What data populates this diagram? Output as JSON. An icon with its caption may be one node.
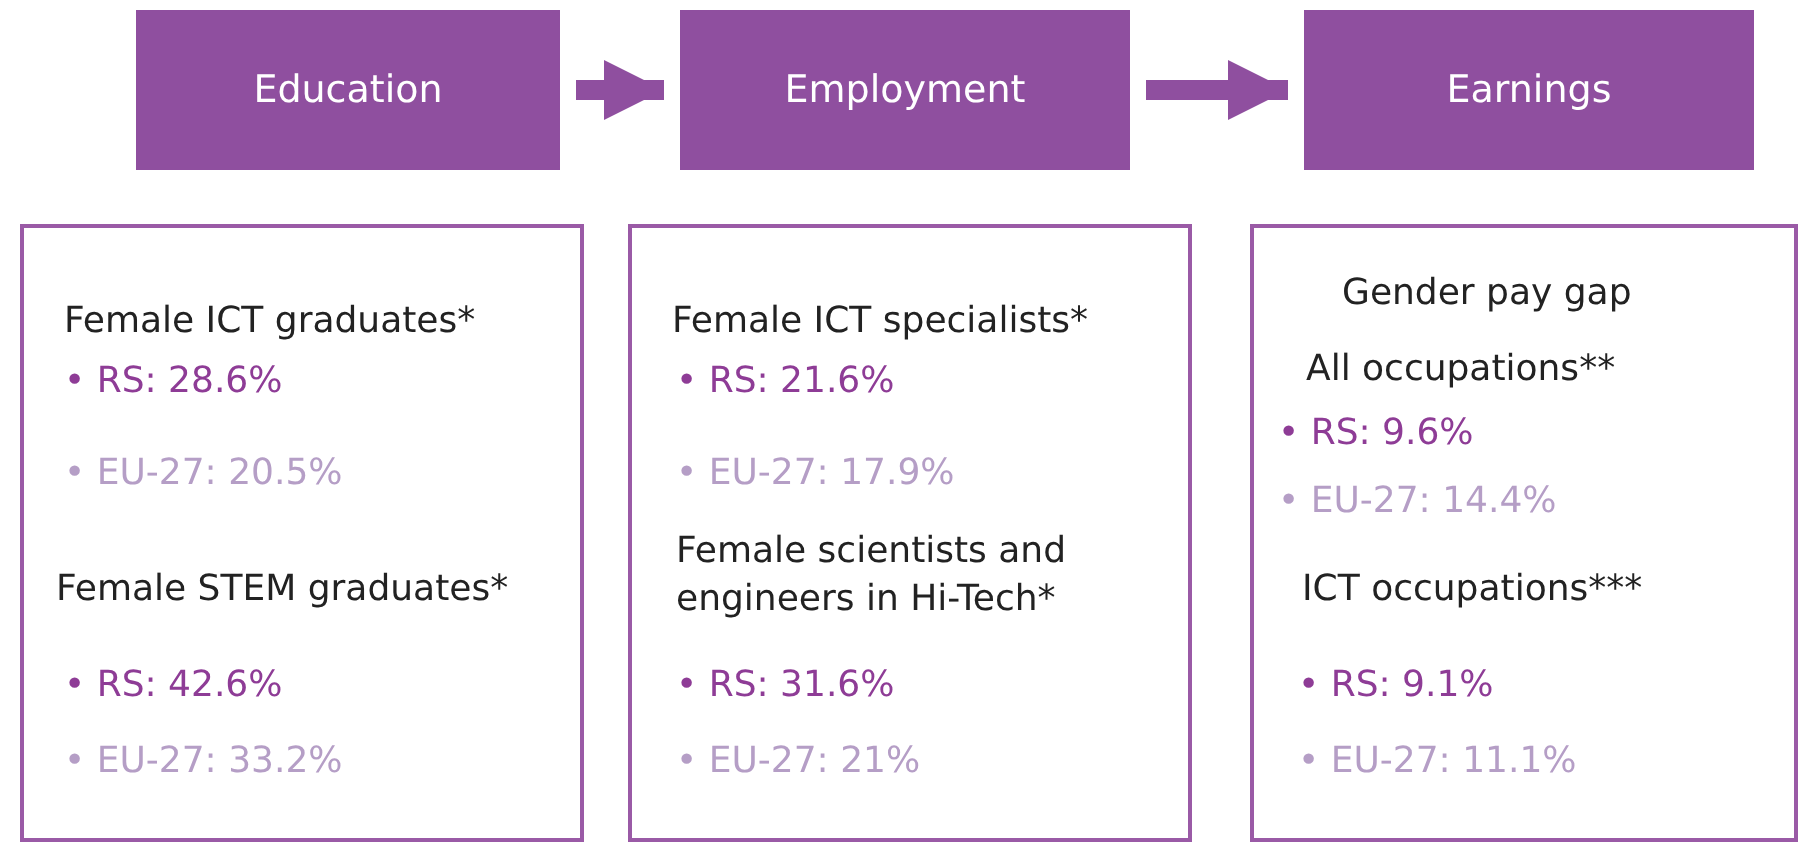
{
  "diagram": {
    "nodes": [
      {
        "text": [
          "Education"
        ]
      },
      {
        "text": [
          "Employment"
        ]
      },
      {
        "text": [
          "Earnings"
        ]
      },
      {
        "text": [
          "Female ICT graduates*",
          "• RS: 28.6%",
          "• EU-27: 20.5%",
          "Female STEM graduates*",
          "• RS: 42.6%",
          "• EU-27: 33.2%"
        ]
      },
      {
        "text": [
          "Female ICT specialists*",
          "• RS: 21.6%",
          "• EU-27: 17.9%",
          "Female scientists and engineers in Hi-Tech*",
          "• RS: 31.6%",
          "• EU-27: 21%"
        ]
      },
      {
        "text": [
          "Gender pay gap",
          "All occupations**",
          "• RS: 9.6%",
          "• EU-27: 14.4%",
          "ICT occupations***",
          "• RS: 9.1%",
          "• EU-27: 11.1%"
        ]
      }
    ],
    "edges": [
      {
        "from": 0,
        "to": 1,
        "arrow": "to"
      },
      {
        "from": 1,
        "to": 2,
        "arrow": "to"
      }
    ]
  }
}
